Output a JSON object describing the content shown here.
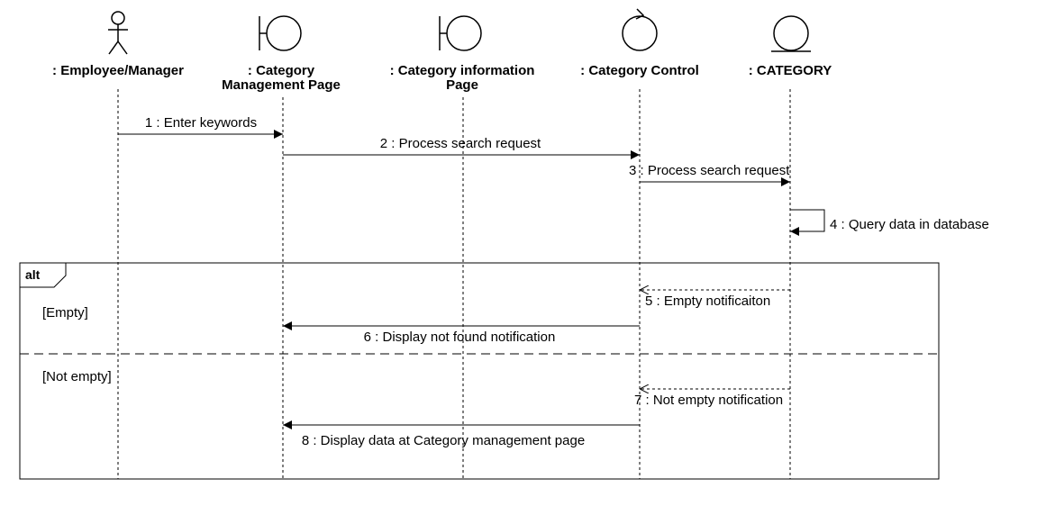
{
  "lifelines": [
    {
      "id": "employee",
      "type": "actor",
      "name_lines": [
        ": Employee/Manager"
      ]
    },
    {
      "id": "cat-mgmt-page",
      "type": "boundary",
      "name_lines": [
        ": Category",
        "Management Page"
      ]
    },
    {
      "id": "cat-info-page",
      "type": "boundary",
      "name_lines": [
        ": Category information",
        "Page"
      ]
    },
    {
      "id": "cat-control",
      "type": "control",
      "name_lines": [
        ": Category Control"
      ]
    },
    {
      "id": "category",
      "type": "entity",
      "name_lines": [
        ": CATEGORY"
      ]
    }
  ],
  "messages": [
    {
      "label": "1 : Enter keywords",
      "from": "employee",
      "to": "cat-mgmt-page",
      "kind": "sync"
    },
    {
      "label": "2 : Process search request",
      "from": "cat-mgmt-page",
      "to": "cat-control",
      "kind": "sync"
    },
    {
      "label": "3 : Process search request",
      "from": "cat-control",
      "to": "category",
      "kind": "sync"
    },
    {
      "label": "4 : Query data in database",
      "from": "category",
      "to": "category",
      "kind": "self"
    },
    {
      "label": "5 : Empty notificaiton",
      "from": "category",
      "to": "cat-control",
      "kind": "return"
    },
    {
      "label": "6 : Display not found notification",
      "from": "cat-control",
      "to": "cat-mgmt-page",
      "kind": "sync"
    },
    {
      "label": "7 : Not empty notification",
      "from": "category",
      "to": "cat-control",
      "kind": "return"
    },
    {
      "label": "8 : Display data at Category management page",
      "from": "cat-control",
      "to": "cat-mgmt-page",
      "kind": "sync"
    }
  ],
  "fragment": {
    "operator": "alt",
    "guards": [
      "[Empty]",
      "[Not empty]"
    ]
  }
}
